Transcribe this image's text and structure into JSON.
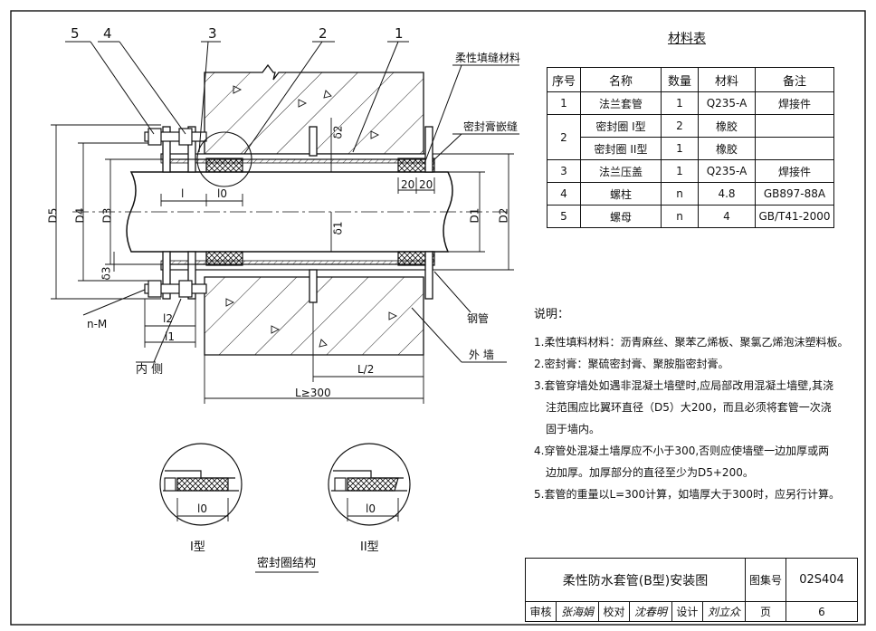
{
  "callouts": [
    "5",
    "4",
    "3",
    "2",
    "1"
  ],
  "labels": {
    "flexible_fill": "柔性填缝材料",
    "sealant": "密封膏嵌缝",
    "steel_pipe": "钢管",
    "outer_wall": "外  墙",
    "inner_side": "内  侧",
    "nM": "n-M"
  },
  "dims": {
    "D5": "D5",
    "D4": "D4",
    "D3": "D3",
    "D1": "D1",
    "D2": "D2",
    "delta1": "δ1",
    "delta2": "δ2",
    "delta3": "δ3",
    "l": "l",
    "l0": "l0",
    "l1": "l1",
    "l2": "l2",
    "twenty_a": "20",
    "twenty_b": "20",
    "L_half": "L/2",
    "L_total": "L≥300"
  },
  "materials": {
    "title": "材料表",
    "headers": [
      "序号",
      "名称",
      "数量",
      "材料",
      "备注"
    ],
    "rows": [
      [
        "1",
        "法兰套管",
        "1",
        "Q235-A",
        "焊接件"
      ],
      [
        "2",
        "密封圈  I型",
        "2",
        "橡胶",
        ""
      ],
      [
        "",
        "密封圈  II型",
        "1",
        "橡胶",
        ""
      ],
      [
        "3",
        "法兰压盖",
        "1",
        "Q235-A",
        "焊接件"
      ],
      [
        "4",
        "螺柱",
        "n",
        "4.8",
        "GB897-88A"
      ],
      [
        "5",
        "螺母",
        "n",
        "4",
        "GB/T41-2000"
      ]
    ]
  },
  "notes": {
    "head": "说明：",
    "lines": [
      "1.柔性填料材料：沥青麻丝、聚苯乙烯板、聚氯乙烯泡沫塑料板。",
      "2.密封膏：聚硫密封膏、聚胺脂密封膏。",
      "3.套管穿墙处如遇非混凝土墙壁时,应局部改用混凝土墙壁,其浇",
      "注范围应比翼环直径（D5）大200，而且必须将套管一次浇",
      "固于墙内。",
      "4.穿管处混凝土墙厚应不小于300,否则应使墙壁一边加厚或两",
      "边加厚。加厚部分的直径至少为D5+200。",
      "5.套管的重量以L=300计算，如墙厚大于300时，应另行计算。"
    ]
  },
  "details": {
    "type1": "I型",
    "type2": "II型",
    "title": "密封圈结构",
    "l0a": "l0",
    "l0b": "l0"
  },
  "title_block": {
    "drawing_title": "柔性防水套管(B型)安装图",
    "atlas_label": "图集号",
    "atlas_no": "02S404",
    "review": "审核",
    "reviewer": "张海娟",
    "check": "校对",
    "checker": "沈春明",
    "design": "设计",
    "designer": "刘立众",
    "page_label": "页",
    "page_no": "6"
  }
}
